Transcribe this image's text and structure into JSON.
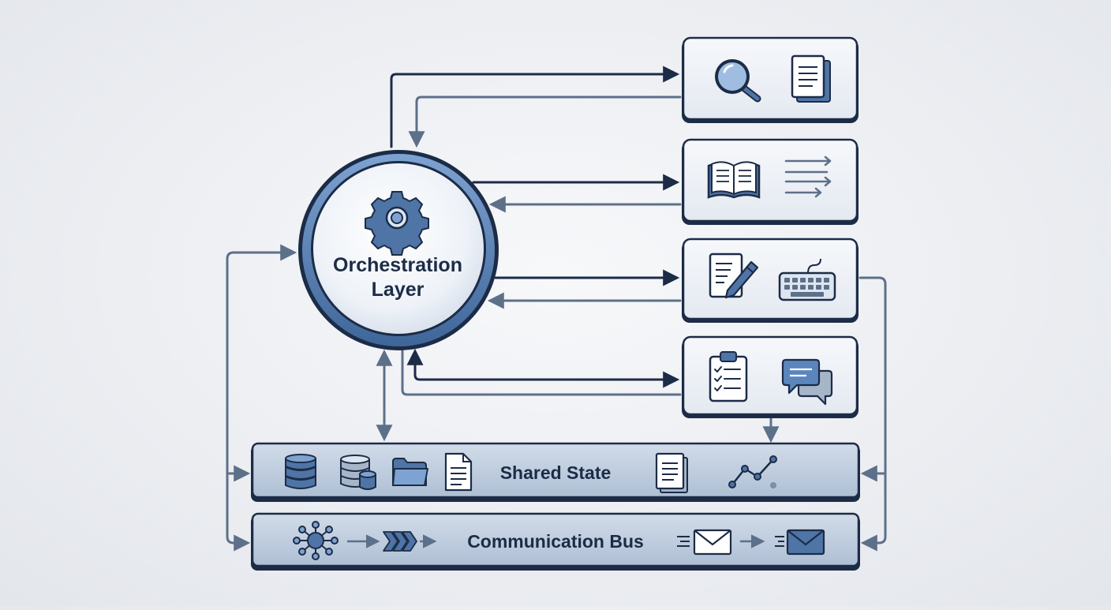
{
  "orchestrator": {
    "line1": "Orchestration",
    "line2": "Layer",
    "icon": "gear-icon"
  },
  "agents": [
    {
      "name": "research-agent",
      "icons": [
        "magnifier-icon",
        "document-icon"
      ]
    },
    {
      "name": "reading-agent",
      "icons": [
        "open-book-icon",
        "flow-lines-icon"
      ]
    },
    {
      "name": "writing-agent",
      "icons": [
        "pen-document-icon",
        "keyboard-icon"
      ]
    },
    {
      "name": "review-agent",
      "icons": [
        "checklist-icon",
        "chat-bubbles-icon"
      ]
    }
  ],
  "shared_state": {
    "label": "Shared State",
    "icons": [
      "database-icon",
      "database-cylinders-icon",
      "folder-icon",
      "file-icon",
      "document-stack-icon",
      "line-chart-icon"
    ]
  },
  "communication_bus": {
    "label": "Communication Bus",
    "icons": [
      "network-hub-icon",
      "queue-chevrons-icon",
      "envelope-icon",
      "envelope-icon"
    ]
  },
  "colors": {
    "navy": "#1c2c47",
    "slate": "#5d7089",
    "box_fill": "#eef1f6",
    "bar_fill": "#b9c7d9",
    "accent_blue": "#5b86bd",
    "icon_fill": "#4f74a6"
  }
}
